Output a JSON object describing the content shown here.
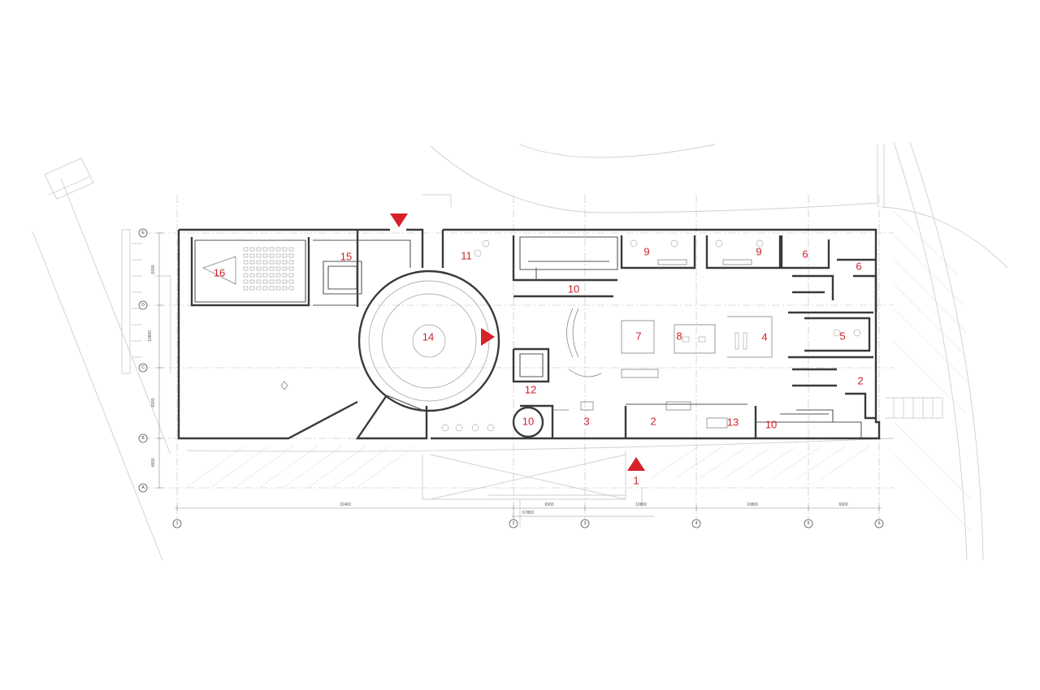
{
  "plan": {
    "accent_color": "#d62128",
    "room_labels": [
      {
        "id": "1",
        "text": "1"
      },
      {
        "id": "2a",
        "text": "2"
      },
      {
        "id": "2b",
        "text": "2"
      },
      {
        "id": "3",
        "text": "3"
      },
      {
        "id": "4",
        "text": "4"
      },
      {
        "id": "5",
        "text": "5"
      },
      {
        "id": "6a",
        "text": "6"
      },
      {
        "id": "6b",
        "text": "6"
      },
      {
        "id": "7",
        "text": "7"
      },
      {
        "id": "8",
        "text": "8"
      },
      {
        "id": "9a",
        "text": "9"
      },
      {
        "id": "9b",
        "text": "9"
      },
      {
        "id": "10a",
        "text": "10"
      },
      {
        "id": "10b",
        "text": "10"
      },
      {
        "id": "10c",
        "text": "10"
      },
      {
        "id": "11",
        "text": "11"
      },
      {
        "id": "12",
        "text": "12"
      },
      {
        "id": "13",
        "text": "13"
      },
      {
        "id": "14",
        "text": "14"
      },
      {
        "id": "15",
        "text": "15"
      },
      {
        "id": "16",
        "text": "16"
      }
    ],
    "axis_bubbles_bottom": [
      "1",
      "2",
      "3",
      "4",
      "5",
      "6"
    ],
    "axis_bubbles_left": [
      "E",
      "D",
      "C",
      "B",
      "A"
    ],
    "dimensions_bottom": [
      "32400",
      "6900",
      "10800",
      "10800",
      "6900"
    ],
    "dimension_total": "67800",
    "dimensions_left": [
      "6000",
      "10800",
      "6000",
      "4800"
    ],
    "entrance_markers": [
      {
        "id": "main",
        "direction": "up"
      },
      {
        "id": "north",
        "direction": "down"
      },
      {
        "id": "rotunda",
        "direction": "right"
      }
    ]
  }
}
